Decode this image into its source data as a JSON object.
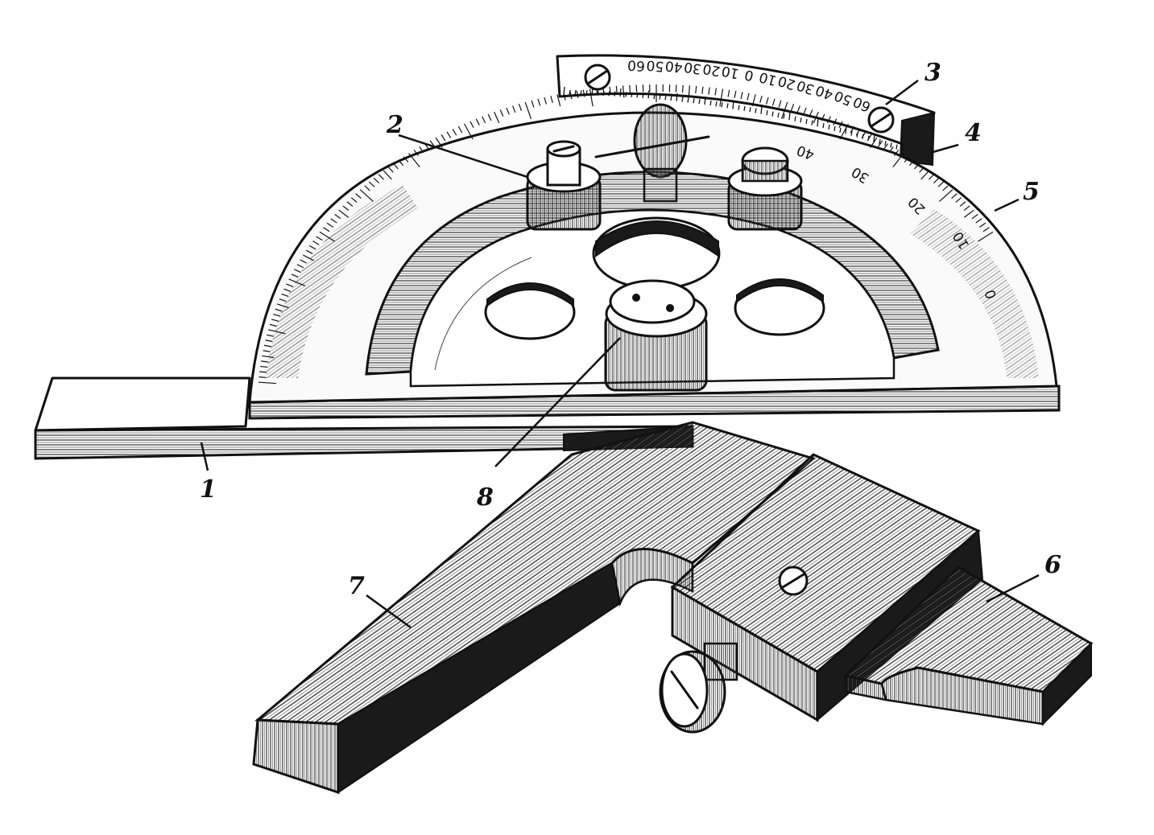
{
  "callouts": [
    {
      "id": "1",
      "text": "1"
    },
    {
      "id": "2",
      "text": "2"
    },
    {
      "id": "3",
      "text": "3"
    },
    {
      "id": "4",
      "text": "4"
    },
    {
      "id": "5",
      "text": "5"
    },
    {
      "id": "6",
      "text": "6"
    },
    {
      "id": "7",
      "text": "7"
    },
    {
      "id": "8",
      "text": "8"
    }
  ],
  "vernier_scale": [
    "60",
    "50",
    "40",
    "30",
    "20",
    "10",
    "0",
    "10",
    "20",
    "30",
    "40",
    "50",
    "60"
  ],
  "main_scale": [
    "40",
    "30",
    "20",
    "10",
    "0"
  ],
  "colors": {
    "ink": "#111111",
    "paper": "#ffffff"
  }
}
